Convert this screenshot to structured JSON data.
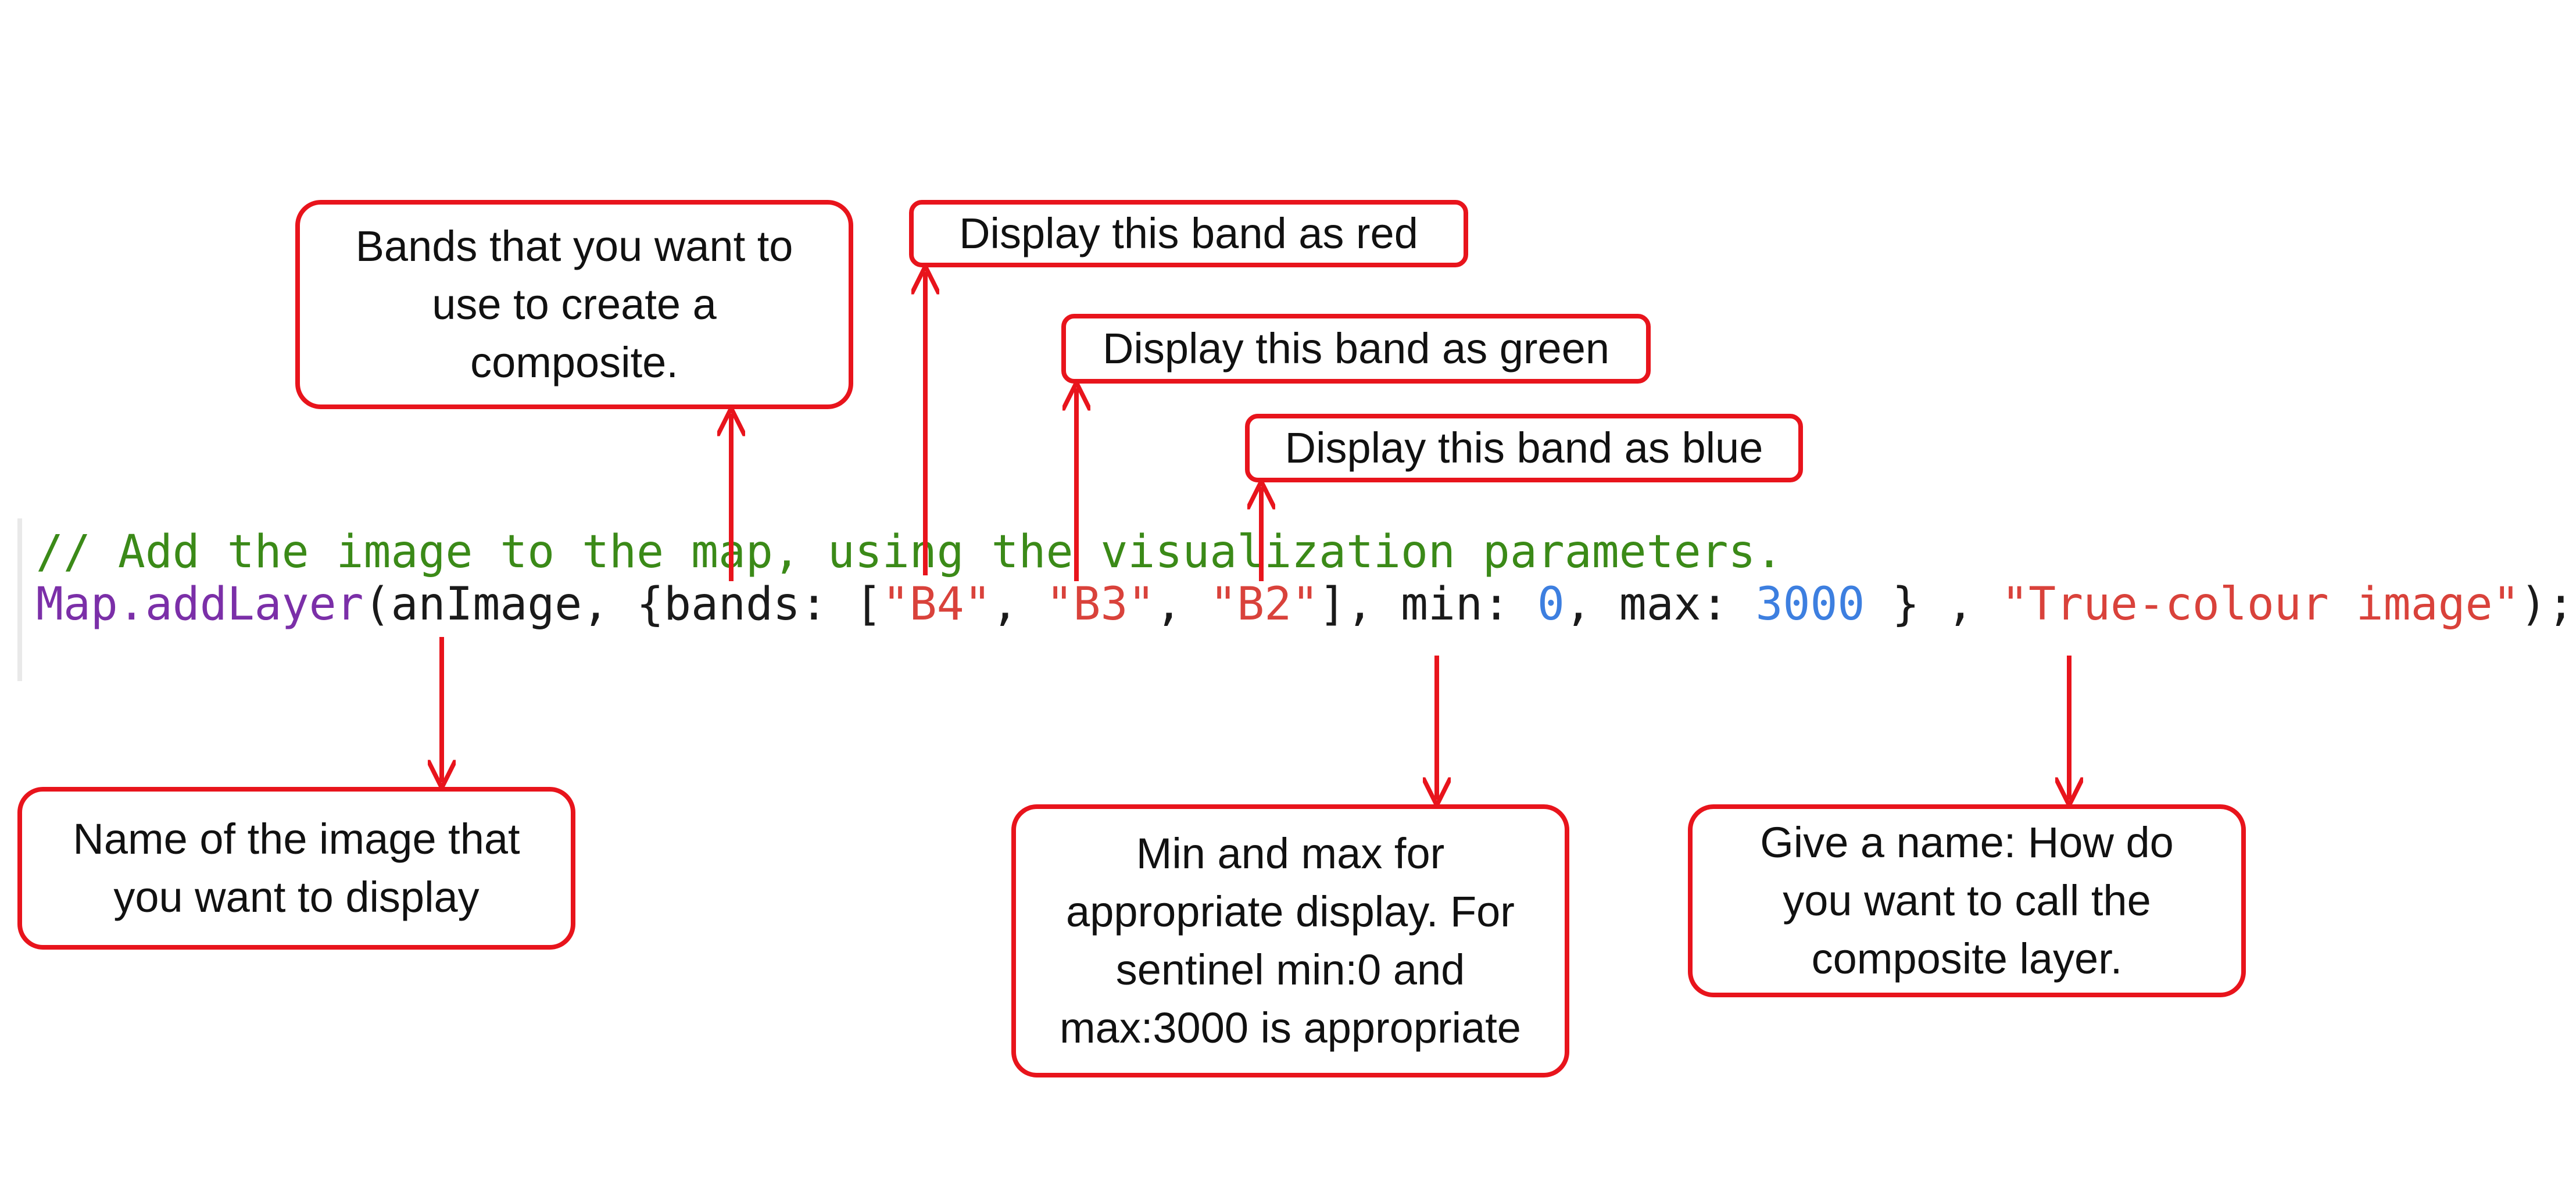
{
  "code": {
    "comment": "// Add the image to the map, using the visualization parameters.",
    "tokens": [
      {
        "text": "Map.addLayer",
        "kind": "fn"
      },
      {
        "text": "(anImage, {bands: [",
        "kind": "plain"
      },
      {
        "text": "\"B4\"",
        "kind": "str"
      },
      {
        "text": ", ",
        "kind": "plain"
      },
      {
        "text": "\"B3\"",
        "kind": "str"
      },
      {
        "text": ", ",
        "kind": "plain"
      },
      {
        "text": "\"B2\"",
        "kind": "str"
      },
      {
        "text": "], min: ",
        "kind": "plain"
      },
      {
        "text": "0",
        "kind": "num"
      },
      {
        "text": ", max: ",
        "kind": "plain"
      },
      {
        "text": "3000",
        "kind": "num"
      },
      {
        "text": " } , ",
        "kind": "plain"
      },
      {
        "text": "\"True-colour image\"",
        "kind": "str"
      },
      {
        "text": ");",
        "kind": "plain"
      }
    ]
  },
  "callouts": {
    "bands": "Bands that you want to use to create a composite.",
    "red": "Display this band as red",
    "green": "Display this band as green",
    "blue": "Display this band as blue",
    "image_name": "Name of the image that you want to display",
    "min_max": "Min and max for appropriate display. For sentinel min:0 and max:3000 is appropriate",
    "layer_name": "Give a name: How do you want to call the composite layer."
  },
  "colors": {
    "callout_border": "#e8141c",
    "arrow": "#e8141c",
    "comment": "#3b8a18",
    "function": "#7b2fa8",
    "string": "#d9423b",
    "number": "#3d7fe0",
    "plain": "#1a1a1a"
  }
}
